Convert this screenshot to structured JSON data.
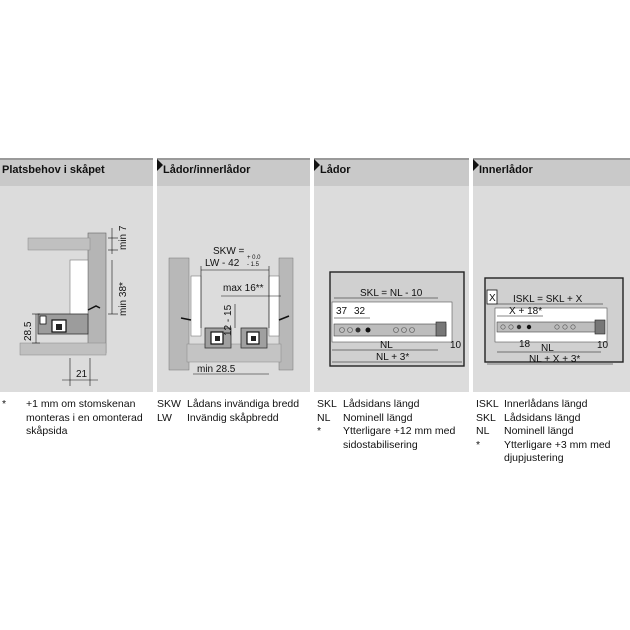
{
  "panels": [
    {
      "title": "Platsbehov i skåpet",
      "dimensions": {
        "min7": "min 7",
        "min38": "min 38*",
        "d28_5": "28.5",
        "d21": "21"
      },
      "legend": [
        {
          "key": "*",
          "text": "+1 mm om stomskenan monteras i en omonterad skåpsida"
        }
      ]
    },
    {
      "title": "Lådor/innerlådor",
      "dimensions": {
        "skw": "SKW =",
        "lw": "LW - 42",
        "tol_plus": "+ 0.0",
        "tol_minus": "- 1.5",
        "max16": "max 16**",
        "d12_15": "12 - 15",
        "min28_5": "min 28.5"
      },
      "legend": [
        {
          "key": "SKW",
          "text": "Lådans invändiga bredd"
        },
        {
          "key": "LW",
          "text": "Invändig skåpbredd"
        }
      ]
    },
    {
      "title": "Lådor",
      "dimensions": {
        "skl": "SKL = NL - 10",
        "d37": "37",
        "d32": "32",
        "nl": "NL",
        "nl3": "NL + 3*",
        "d10": "10"
      },
      "legend": [
        {
          "key": "SKL",
          "text": "Lådsidans längd"
        },
        {
          "key": "NL",
          "text": "Nominell längd"
        },
        {
          "key": "*",
          "text": "Ytterligare +12 mm med sidostabilisering"
        }
      ]
    },
    {
      "title": "Innerlådor",
      "dimensions": {
        "x_label": "X",
        "iskl": "ISKL = SKL + X",
        "x18": "X + 18*",
        "d18": "18",
        "nl": "NL",
        "d10": "10",
        "nlx3": "NL + X + 3*"
      },
      "legend": [
        {
          "key": "ISKL",
          "text": "Innerlådans längd"
        },
        {
          "key": "SKL",
          "text": "Lådsidans längd"
        },
        {
          "key": "NL",
          "text": "Nominell längd"
        },
        {
          "key": "*",
          "text": "Ytterligare +3 mm med djupjustering"
        }
      ]
    }
  ]
}
